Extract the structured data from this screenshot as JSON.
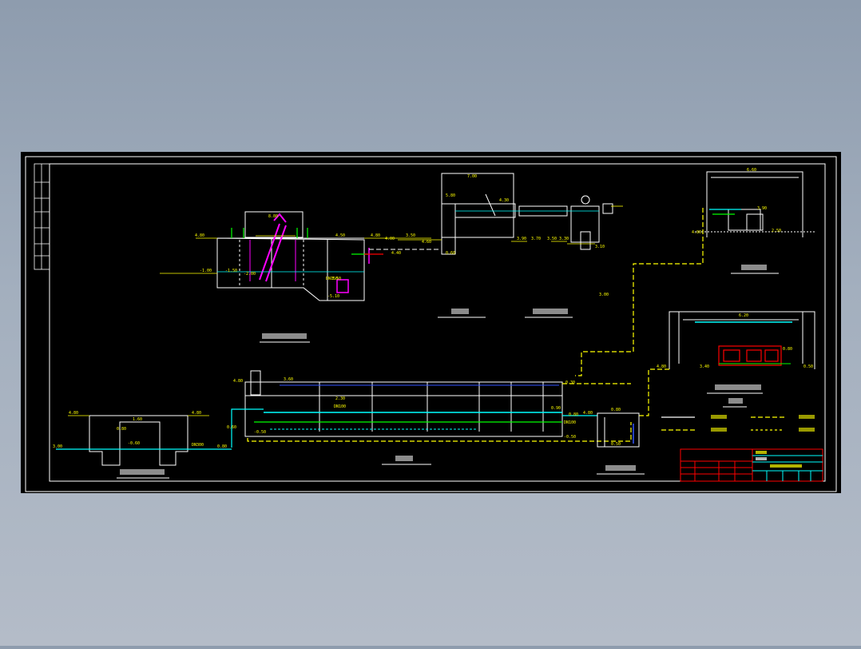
{
  "colors": {
    "background": "#000000",
    "frame": "#ffffff",
    "level": "#ffff00",
    "water": "#00ffff",
    "pipe": "#00ff00",
    "sludge": "#ffff00",
    "equipment": "#ff00ff",
    "pump": "#ff0000",
    "label": "#ffffff"
  },
  "elevations": {
    "grit_left": "4.80",
    "grit_inner1": "4.50",
    "grit_inner2": "4.00",
    "grit_top": "8.80",
    "grit_right": "4.80",
    "grit_inlet": "-1.00",
    "grit_low1": "-1.50",
    "grit_low2": "-2.00",
    "grit_low3": "-3.50",
    "grit_bottom": "-5.10",
    "pipe1": "4.60",
    "pipe2": "4.40",
    "screen_top": "7.00",
    "screen_mid": "5.80",
    "screen_right": "4.30",
    "screen_low": "3.50",
    "screen_bottom": "0.60",
    "fine1": "3.90",
    "fine2": "3.70",
    "fine3": "3.50",
    "fine4": "3.30",
    "fine5": "3.10",
    "mbr_level1": "3.60",
    "mbr_level2": "2.30",
    "mbr_water": "0.90",
    "mbr_in": "0.80",
    "mbr_left": "4.80",
    "mbr_bottom": "-0.50",
    "mbr_low": "0.30",
    "sludge_main": "-0.50",
    "dewater_top": "6.60",
    "dewater_left": "4.80",
    "dewater_pipe": "2.50",
    "dewater_mid": "3.90",
    "clean_left": "4.80",
    "clean_top": "0.80",
    "clean_low": "0.50",
    "vert_pipe": "3.00",
    "blower_top": "6.20",
    "blower_left": "4.80",
    "blower_mid": "3.40",
    "blower_pipe": "0.80",
    "blower_low": "0.50",
    "tank_left": "4.80",
    "tank_in": "1.60",
    "tank_top": "0.80",
    "tank_bottom": "-0.60",
    "tank_right": "4.80",
    "inlet_left": "3.00",
    "outlet": "0.80",
    "outlet2": "0.60"
  },
  "pipe_notes": {
    "inlet_line": "DN300",
    "mbr_outlet": "DN100",
    "mbr_outlet2": "DN100",
    "pump_label": "DN150"
  }
}
